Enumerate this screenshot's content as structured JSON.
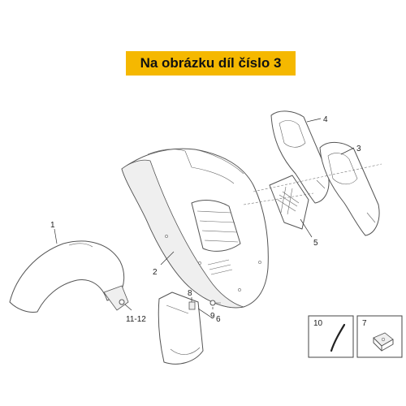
{
  "banner": {
    "text": "Na obrázku díl číslo 3"
  },
  "callouts": [
    {
      "id": "1",
      "label": "1"
    },
    {
      "id": "2",
      "label": "2"
    },
    {
      "id": "3",
      "label": "3"
    },
    {
      "id": "4",
      "label": "4"
    },
    {
      "id": "5",
      "label": "5"
    },
    {
      "id": "6",
      "label": "6"
    },
    {
      "id": "8",
      "label": "8"
    },
    {
      "id": "9",
      "label": "9"
    },
    {
      "id": "11-12",
      "label": "11-12"
    }
  ],
  "detail_boxes": [
    {
      "id": "10",
      "label": "10"
    },
    {
      "id": "7",
      "label": "7"
    }
  ],
  "colors": {
    "banner": "#f5b800",
    "line": "#555555"
  }
}
